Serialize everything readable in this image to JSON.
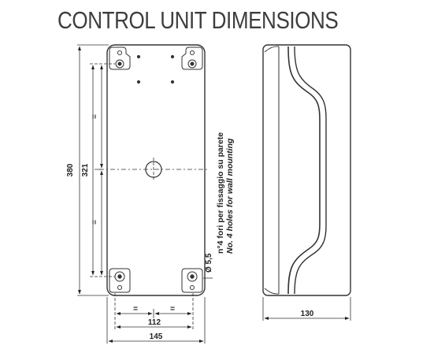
{
  "title": "CONTROL UNIT DIMENSIONS",
  "dimensions": {
    "total_height": "380",
    "hole_spacing_vertical": "321",
    "hole_spacing_horizontal": "112",
    "total_width": "145",
    "depth": "130",
    "hole_diameter": "Ø 5,5",
    "equal_mark": "="
  },
  "notes": {
    "italian": "n°4 fori per fissaggio su parete",
    "english": "No. 4 holes for wall mounting"
  },
  "colors": {
    "line": "#333333",
    "title": "#3d3d3d"
  }
}
